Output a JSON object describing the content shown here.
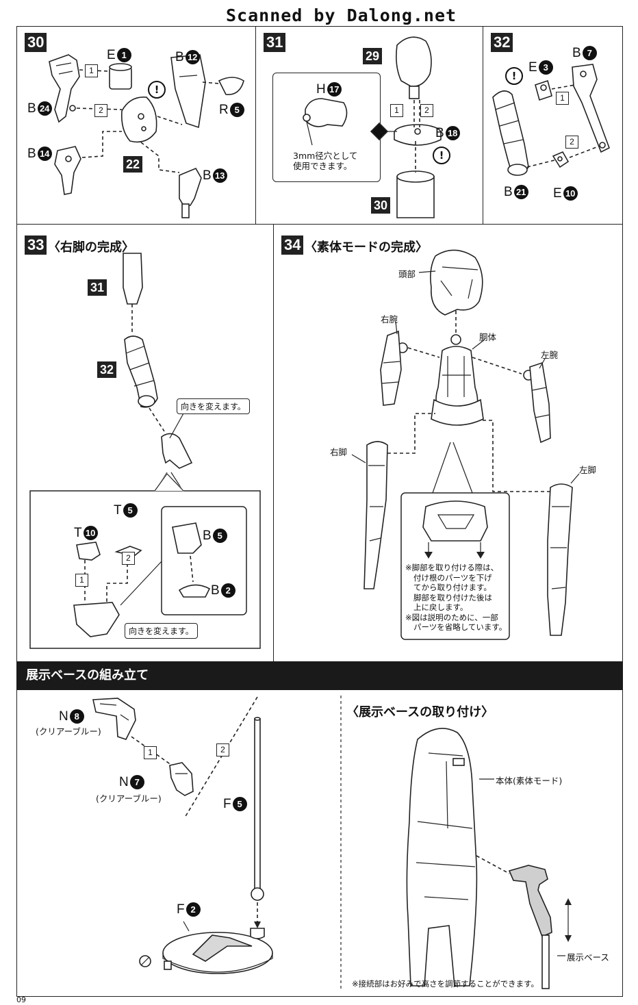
{
  "header": {
    "scanner": "Scanned by Dalong.net"
  },
  "page_number": "09",
  "step30": {
    "num": "30",
    "parts": {
      "e1": {
        "letter": "E",
        "num": "1"
      },
      "b12": {
        "letter": "B",
        "num": "12"
      },
      "b24": {
        "letter": "B",
        "num": "24"
      },
      "r5": {
        "letter": "R",
        "num": "5"
      },
      "b14": {
        "letter": "B",
        "num": "14"
      },
      "b13": {
        "letter": "B",
        "num": "13"
      }
    },
    "ref": "22",
    "order": [
      "1",
      "2"
    ]
  },
  "step31": {
    "num": "31",
    "ref_top": "29",
    "ref_bottom": "30",
    "box_part": {
      "letter": "H",
      "num": "17"
    },
    "box_note": [
      "3mm径穴として",
      "使用できます。"
    ],
    "part_b18": {
      "letter": "B",
      "num": "18"
    },
    "order": [
      "1",
      "2"
    ]
  },
  "step32": {
    "num": "32",
    "parts": {
      "b7": {
        "letter": "B",
        "num": "7"
      },
      "e3": {
        "letter": "E",
        "num": "3"
      },
      "b21": {
        "letter": "B",
        "num": "21"
      },
      "e10": {
        "letter": "E",
        "num": "10"
      }
    },
    "order": [
      "1",
      "2"
    ]
  },
  "step33": {
    "num": "33",
    "title": "〈右脚の完成〉",
    "ref31": "31",
    "ref32": "32",
    "callout1": "向きを変えます。",
    "callout2": "向きを変えます。",
    "parts": {
      "t5": {
        "letter": "T",
        "num": "5"
      },
      "t10": {
        "letter": "T",
        "num": "10"
      },
      "b5": {
        "letter": "B",
        "num": "5"
      },
      "b2": {
        "letter": "B",
        "num": "2"
      }
    },
    "order": [
      "1",
      "2"
    ]
  },
  "step34": {
    "num": "34",
    "title": "〈素体モードの完成〉",
    "labels": {
      "head": "頭部",
      "right_arm": "右腕",
      "torso": "胴体",
      "left_arm": "左腕",
      "right_leg": "右脚",
      "left_leg": "左脚"
    },
    "notes": [
      "※脚部を取り付ける際は、",
      "付け根のパーツを下げ",
      "てから取り付けます。",
      "脚部を取り付けた後は",
      "上に戻します。",
      "※図は説明のために、一部",
      "パーツを省略しています。"
    ]
  },
  "base_assembly": {
    "title": "展示ベースの組み立て",
    "parts": {
      "n8": {
        "letter": "N",
        "num": "8",
        "sub": "(クリアーブルー)"
      },
      "n7": {
        "letter": "N",
        "num": "7",
        "sub": "(クリアーブルー)"
      },
      "f5": {
        "letter": "F",
        "num": "5"
      },
      "f2": {
        "letter": "F",
        "num": "2"
      }
    },
    "order": [
      "1",
      "2"
    ]
  },
  "base_attach": {
    "title": "〈展示ベースの取り付け〉",
    "label_body": "本体(素体モード)",
    "label_base": "展示ベース",
    "note": "※接続部はお好みで高さを調節することができます。"
  }
}
